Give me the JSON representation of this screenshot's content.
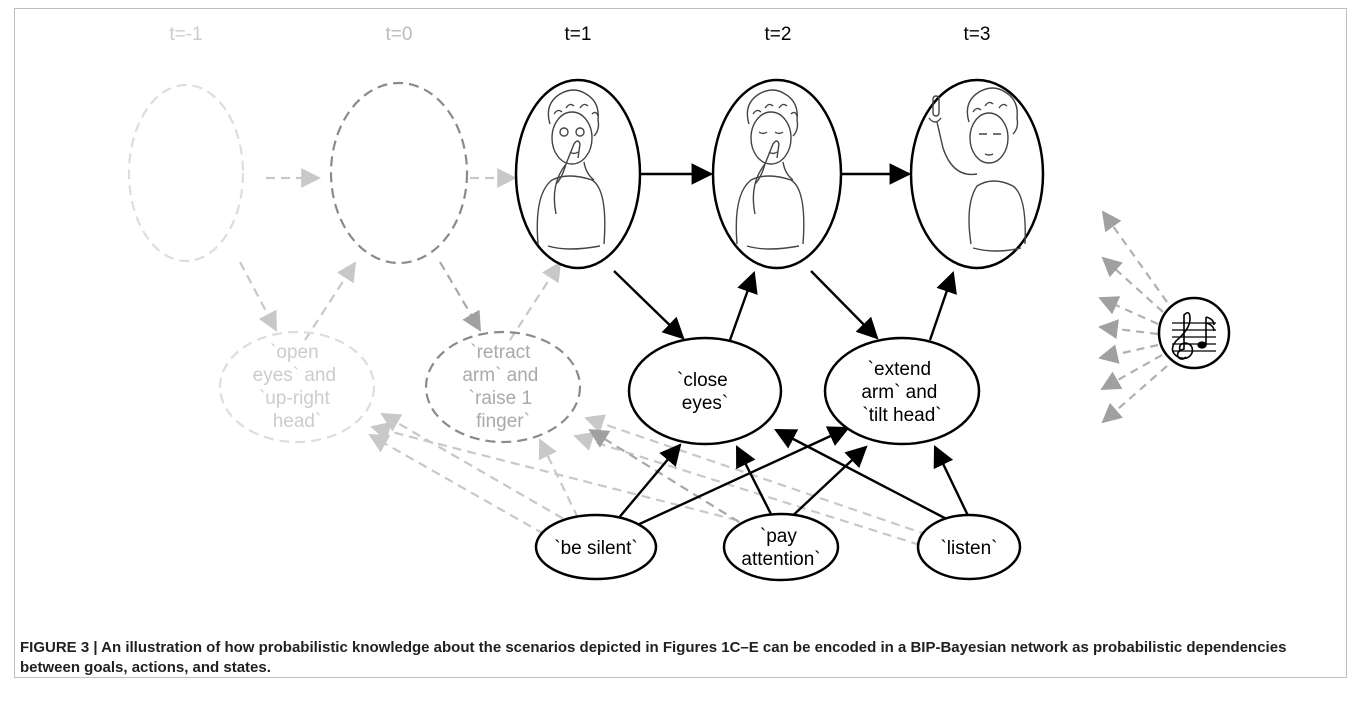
{
  "time_labels": [
    "t=-1",
    "t=0",
    "t=1",
    "t=2",
    "t=3"
  ],
  "action_nodes": [
    {
      "lines": [
        "`open",
        "eyes` and",
        "`up-right",
        "head`"
      ]
    },
    {
      "lines": [
        "`retract",
        "arm` and",
        "`raise 1",
        "finger`"
      ]
    },
    {
      "lines": [
        "`close",
        "eyes`"
      ]
    },
    {
      "lines": [
        "`extend",
        "arm` and",
        "`tilt head`"
      ]
    }
  ],
  "goal_nodes": [
    {
      "lines": [
        "`be silent`"
      ]
    },
    {
      "lines": [
        "`pay",
        "attention`"
      ]
    },
    {
      "lines": [
        "`listen`"
      ]
    }
  ],
  "state_icons": [
    "person-finger-on-lips",
    "person-finger-on-lips-eyes-closed",
    "person-raised-finger"
  ],
  "music_icon": "treble-clef-music-note-icon",
  "colors": {
    "active": "#000000",
    "faded": "#d0d0d0",
    "mid": "#8a8a8a",
    "arrow_faded": "#c8c8c8"
  },
  "caption": {
    "label": "FIGURE 3 | ",
    "text": "An illustration of how probabilistic knowledge about the scenarios depicted in Figures 1C–E can be encoded in a BIP-Bayesian network as probabilistic dependencies between goals, actions, and states."
  }
}
